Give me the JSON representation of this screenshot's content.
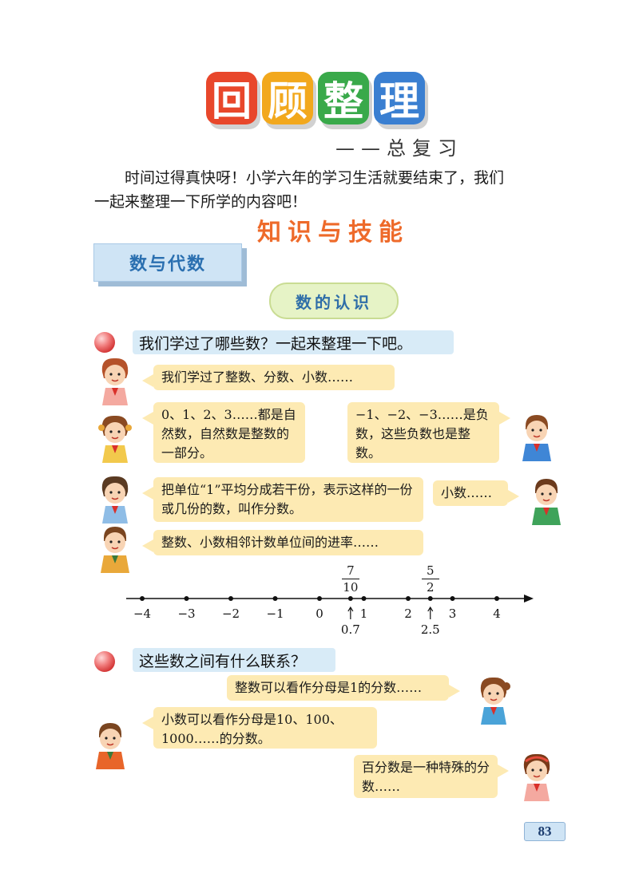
{
  "title": {
    "chars": [
      "回",
      "顾",
      "整",
      "理"
    ],
    "colors": [
      "#e8472b",
      "#f2a81d",
      "#39a94a",
      "#3a7fd1"
    ],
    "subtitle": "——总复习"
  },
  "intro": {
    "line1": "时间过得真快呀！小学六年的学习生活就要结束了，我们",
    "line2": "一起来整理一下所学的内容吧！"
  },
  "section_heading": "知识与技能",
  "tab_label": "数与代数",
  "topic_pill": "数的认识",
  "question1": "我们学过了哪些数？一起来整理一下吧。",
  "bubbles1": {
    "b1": "我们学过了整数、分数、小数……",
    "b2": "0、1、2、3……都是自然数，自然数是整数的一部分。",
    "b3": "−1、−2、−3……是负数，这些负数也是整数。",
    "b4": "把单位“1”平均分成若干份，表示这样的一份或几份的数，叫作分数。",
    "b5": "小数……",
    "b6": "整数、小数相邻计数单位间的进率……"
  },
  "number_line": {
    "tick_labels": [
      "−4",
      "−3",
      "−2",
      "−1",
      "0",
      "1",
      "2",
      "3",
      "4"
    ],
    "tick_values": [
      -4,
      -3,
      -2,
      -1,
      0,
      1,
      2,
      3,
      4
    ],
    "points": [
      {
        "value": 0.7,
        "fraction_num": "7",
        "fraction_den": "10",
        "decimal": "0.7"
      },
      {
        "value": 2.5,
        "fraction_num": "5",
        "fraction_den": "2",
        "decimal": "2.5"
      }
    ]
  },
  "question2": "这些数之间有什么联系？",
  "bubbles2": {
    "c1": "整数可以看作分母是1的分数……",
    "c2": "小数可以看作分母是10、100、1000……的分数。",
    "c3": "百分数是一种特殊的分数……"
  },
  "page_number": "83"
}
